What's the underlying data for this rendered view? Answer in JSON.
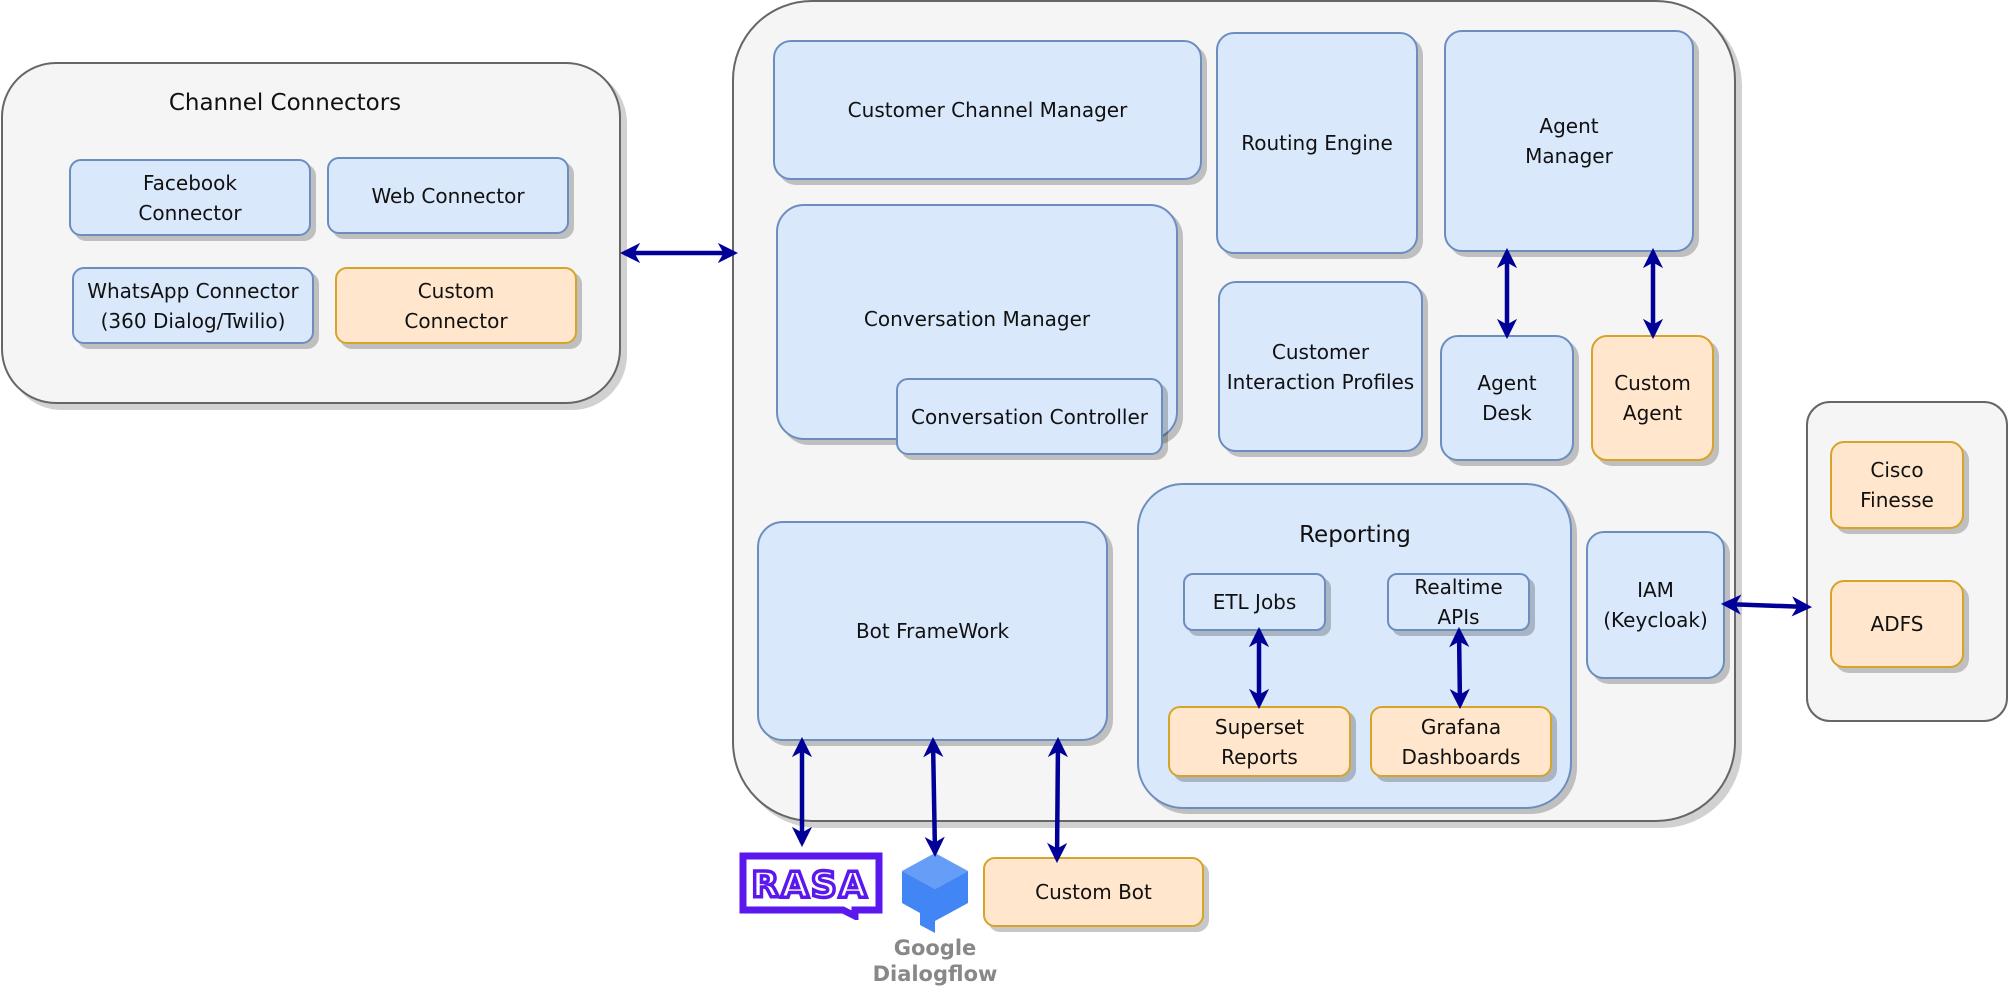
{
  "colors": {
    "component_fill": "#dae8fc",
    "component_border": "#6c8ebf",
    "custom_fill": "#ffe6cc",
    "custom_border": "#d6a32b",
    "group_fill": "#f5f5f5",
    "arrow": "#000099",
    "rasa": "#5a17ee",
    "dialogflow_light": "#669df6",
    "dialogflow_dark": "#4285f4"
  },
  "channel_connectors": {
    "title": "Channel Connectors",
    "facebook": "Facebook\nConnector",
    "web": "Web Connector",
    "whatsapp": "WhatsApp Connector\n(360 Dialog/Twilio)",
    "custom": "Custom\nConnector"
  },
  "core": {
    "customer_channel_manager": "Customer Channel Manager",
    "routing_engine": "Routing Engine",
    "agent_manager": "Agent\nManager",
    "conversation_manager": "Conversation Manager",
    "conversation_controller": "Conversation Controller",
    "customer_interaction_profiles": "Customer\nInteraction Profiles",
    "agent_desk": "Agent\nDesk",
    "custom_agent": "Custom\nAgent",
    "bot_framework": "Bot FrameWork",
    "iam": "IAM\n(Keycloak)"
  },
  "reporting": {
    "title": "Reporting",
    "etl_jobs": "ETL Jobs",
    "realtime_apis": "Realtime\nAPIs",
    "superset_reports": "Superset\nReports",
    "grafana_dashboards": "Grafana\nDashboards"
  },
  "external_auth": {
    "cisco_finesse": "Cisco\nFinesse",
    "adfs": "ADFS"
  },
  "bots": {
    "rasa_logo": "RASA",
    "dialogflow_label": "Google\nDialogflow",
    "custom_bot": "Custom Bot"
  }
}
